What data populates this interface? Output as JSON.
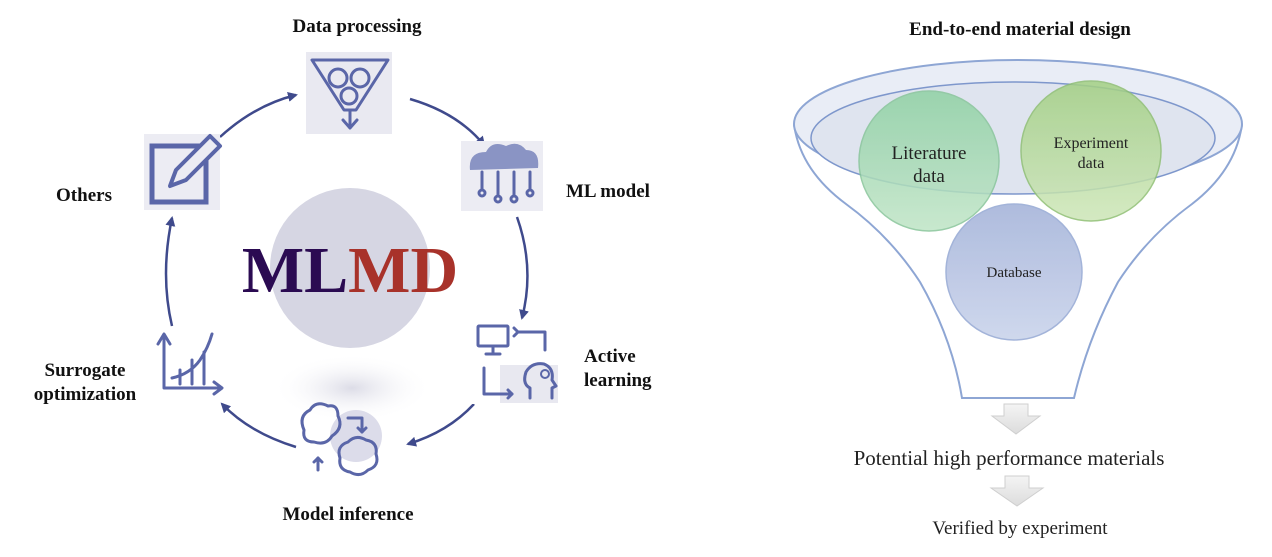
{
  "left": {
    "center_text_1": "ML",
    "center_text_2": "MD",
    "colors": {
      "ml": "#2b0b52",
      "md": "#a8322a",
      "ring": "#3f4a8c",
      "icon": "#5a66a8"
    },
    "nodes": {
      "data_processing": "Data processing",
      "ml_model": "ML model",
      "active_learning_1": "Active",
      "active_learning_2": "learning",
      "model_inference": "Model inference",
      "surrogate_1": "Surrogate",
      "surrogate_2": "optimization",
      "others": "Others"
    },
    "icons": [
      "funnel-icon",
      "neural-network-icon",
      "active-learning-icon",
      "inference-icon",
      "chart-icon",
      "edit-icon"
    ]
  },
  "right": {
    "title": "End-to-end material design",
    "circles": {
      "literature_1": "Literature",
      "literature_2": "data",
      "experiment_1": "Experiment",
      "experiment_2": "data",
      "database": "Database"
    },
    "output_1": "Potential high performance materials",
    "output_2": "Verified by experiment"
  }
}
